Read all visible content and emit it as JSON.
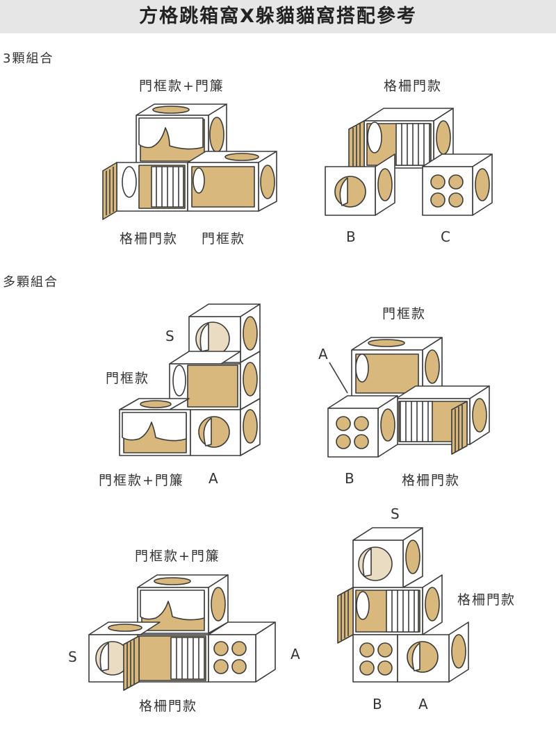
{
  "title": "方格跳箱窩X躲貓貓窩搭配參考",
  "sections": {
    "three": "3顆組合",
    "multi": "多顆組合"
  },
  "labels": {
    "frame_curtain": "門框款+門簾",
    "grille": "格柵門款",
    "frame": "門框款"
  },
  "letters": {
    "a": "A",
    "b": "B",
    "c": "C",
    "s": "S"
  },
  "colors": {
    "wood": "#d8b87c",
    "outline": "#3a3a3a",
    "cushion": "#eadcc3"
  }
}
